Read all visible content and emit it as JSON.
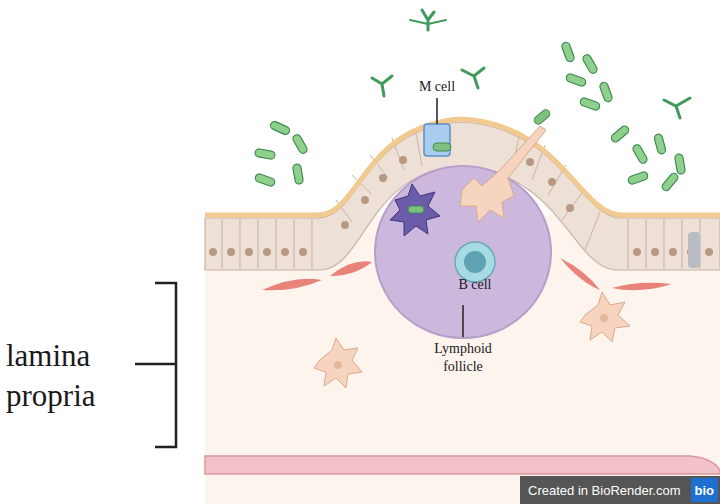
{
  "diagram": {
    "nodes": [
      {
        "text": [
          "Created in BioRender.com"
        ]
      },
      {
        "text": [
          "bio"
        ],
        "in": 0
      }
    ],
    "labels": [
      "M cell",
      "B cell",
      "Lymphoid follicle",
      "lamina propria"
    ]
  }
}
